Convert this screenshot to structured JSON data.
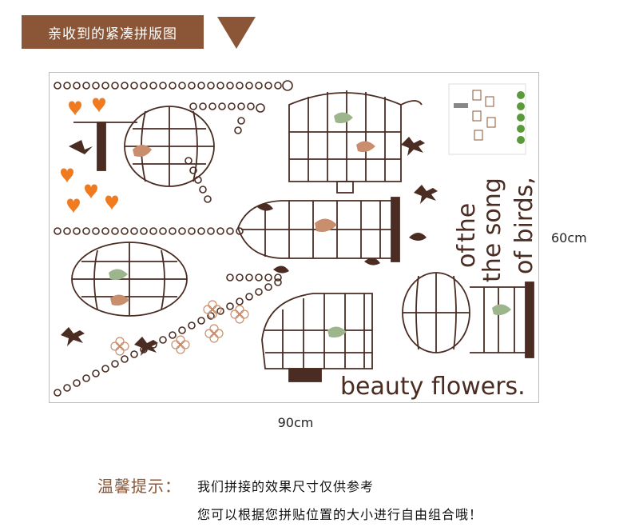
{
  "header": {
    "label": "亲收到的紧凑拼版图"
  },
  "product": {
    "quote_line_the": "the",
    "quote_line_song": "the song",
    "quote_line_birds": "of birds,",
    "quote_line_of": "of",
    "quote_line_flowers": "beauty flowers.",
    "width_label": "90cm",
    "height_label": "60cm"
  },
  "tips": {
    "title": "温馨提示：",
    "line1": "我们拼接的效果尺寸仅供参考",
    "line2": "您可以根据您拼贴位置的大小进行自由组合哦！"
  },
  "colors": {
    "accent_brown": "#8a5637",
    "ink_brown": "#4a2c22",
    "heart_orange": "#f07a1f",
    "leaf_green": "#9cb58a",
    "bird_tan": "#c98e6d"
  },
  "icons": [
    "birdcage-icon",
    "bird-icon",
    "heart-icon",
    "flower-icon",
    "chain-icon"
  ]
}
